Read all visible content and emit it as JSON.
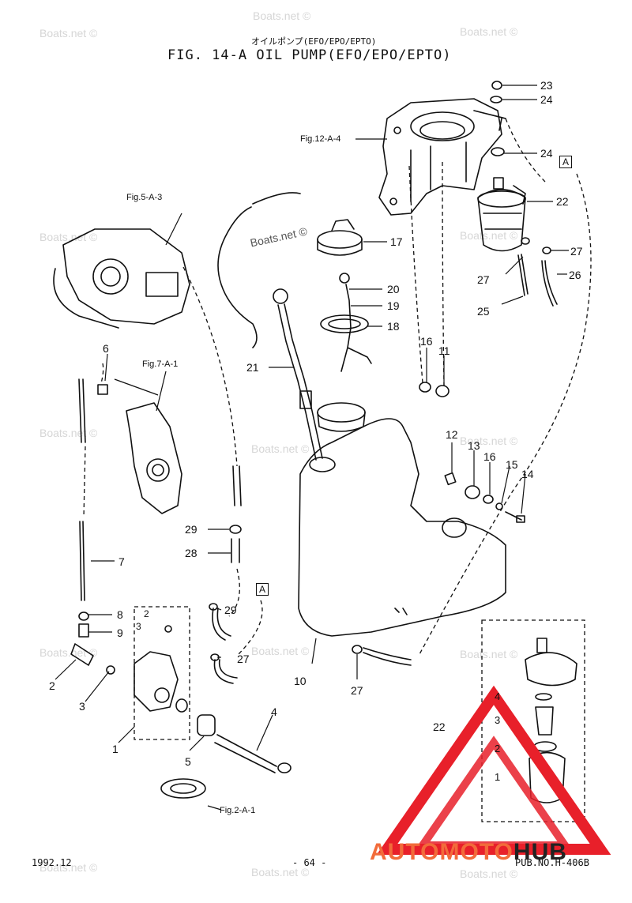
{
  "header": {
    "title_jp": "オイルポンプ(EFO/EPO/EPTO)",
    "title": "FIG. 14-A OIL PUMP(EFO/EPO/EPTO)"
  },
  "watermark": {
    "text": "Boats.net ©"
  },
  "refs": {
    "fig12": "Fig.12-A-4",
    "fig5": "Fig.5-A-3",
    "fig7": "Fig.7-A-1",
    "fig2": "Fig.2-A-1",
    "box_a": "A"
  },
  "callouts": {
    "c23": "23",
    "c24a": "24",
    "c24b": "24",
    "c22": "22",
    "c27a": "27",
    "c27b": "27",
    "c26": "26",
    "c25": "25",
    "c17": "17",
    "c20": "20",
    "c19": "19",
    "c18": "18",
    "c16a": "16",
    "c11": "11",
    "c21": "21",
    "c6": "6",
    "c12": "12",
    "c13": "13",
    "c16b": "16",
    "c15": "15",
    "c14": "14",
    "c29a": "29",
    "c28": "28",
    "c7": "7",
    "c8": "8",
    "c9": "9",
    "c2a": "2",
    "c3a": "3",
    "c29b": "29",
    "c27c": "27",
    "c2": "2",
    "c3": "3",
    "c1a": "1",
    "c5": "5",
    "c4": "4",
    "c10": "10",
    "c27d": "27",
    "d4": "4",
    "d3": "3",
    "d22": "22",
    "d2": "2",
    "d1": "1"
  },
  "footer": {
    "date": "1992.12",
    "page": "- 64 -",
    "pub": "PUB.NO.H-406B"
  },
  "brand": {
    "part1": "AUTOMOTO",
    "part2": "HUB",
    "color_main": "#f26b3a",
    "color_dark": "#222222",
    "triangle": "#e8202a"
  }
}
